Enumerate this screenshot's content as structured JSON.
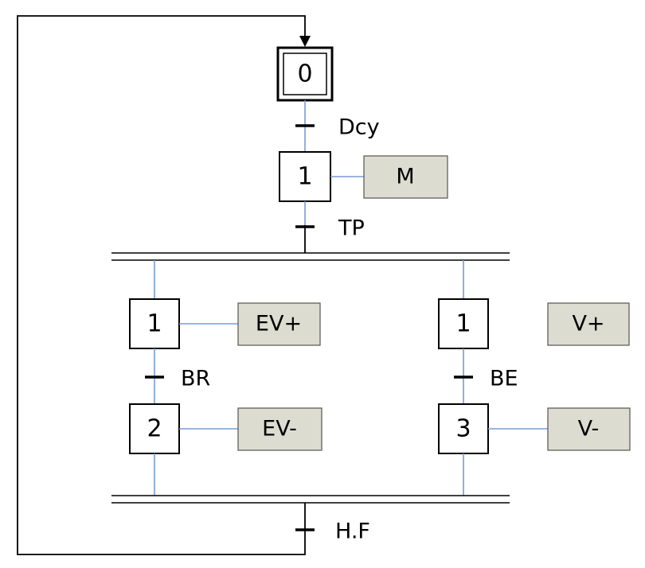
{
  "steps": {
    "initial": "0",
    "main": "1",
    "left_first": "1",
    "left_second": "2",
    "right_first": "1",
    "right_second": "3"
  },
  "actions": {
    "main": "M",
    "left_first": "EV+",
    "left_second": "EV-",
    "right_first": "V+",
    "right_second": "V-"
  },
  "transitions": {
    "t0": "Dcy",
    "t1": "TP",
    "left": "BR",
    "right": "BE",
    "final": "H.F"
  }
}
